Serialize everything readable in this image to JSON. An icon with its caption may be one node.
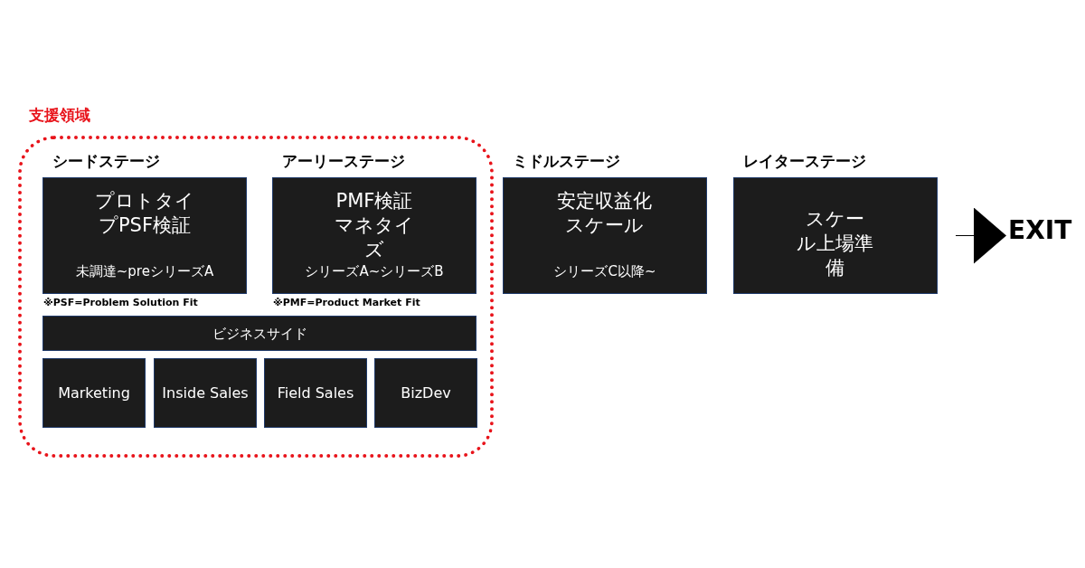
{
  "diagram": {
    "nodes": [
      {
        "text": [
          "支援領域"
        ]
      },
      {
        "text": [
          "シードステージ",
          "プロトタイプPSF検証",
          "未調達~preシリーズA"
        ],
        "beside": [
          "※PSF=Problem Solution Fit"
        ],
        "in": 0
      },
      {
        "text": [
          "アーリーステージ",
          "PMF検証マネタイズ",
          "シリーズA~シリーズB"
        ],
        "beside": [
          "※PMF=Product Market Fit"
        ],
        "in": 0
      },
      {
        "text": [
          "ビジネスサイド"
        ],
        "in": 0
      },
      {
        "text": [
          "Marketing"
        ],
        "in": 0
      },
      {
        "text": [
          "Inside Sales"
        ],
        "in": 0
      },
      {
        "text": [
          "Field Sales"
        ],
        "in": 0
      },
      {
        "text": [
          "BizDev"
        ],
        "in": 0
      },
      {
        "text": [
          "ミドルステージ",
          "安定収益化スケール",
          "シリーズC以降~"
        ]
      },
      {
        "text": [
          "レイターステージ",
          "スケール上場準備"
        ]
      },
      {
        "text": [
          "EXIT"
        ]
      }
    ],
    "edges": [
      {
        "from": 9,
        "to": 10,
        "arrow": "to"
      }
    ]
  }
}
